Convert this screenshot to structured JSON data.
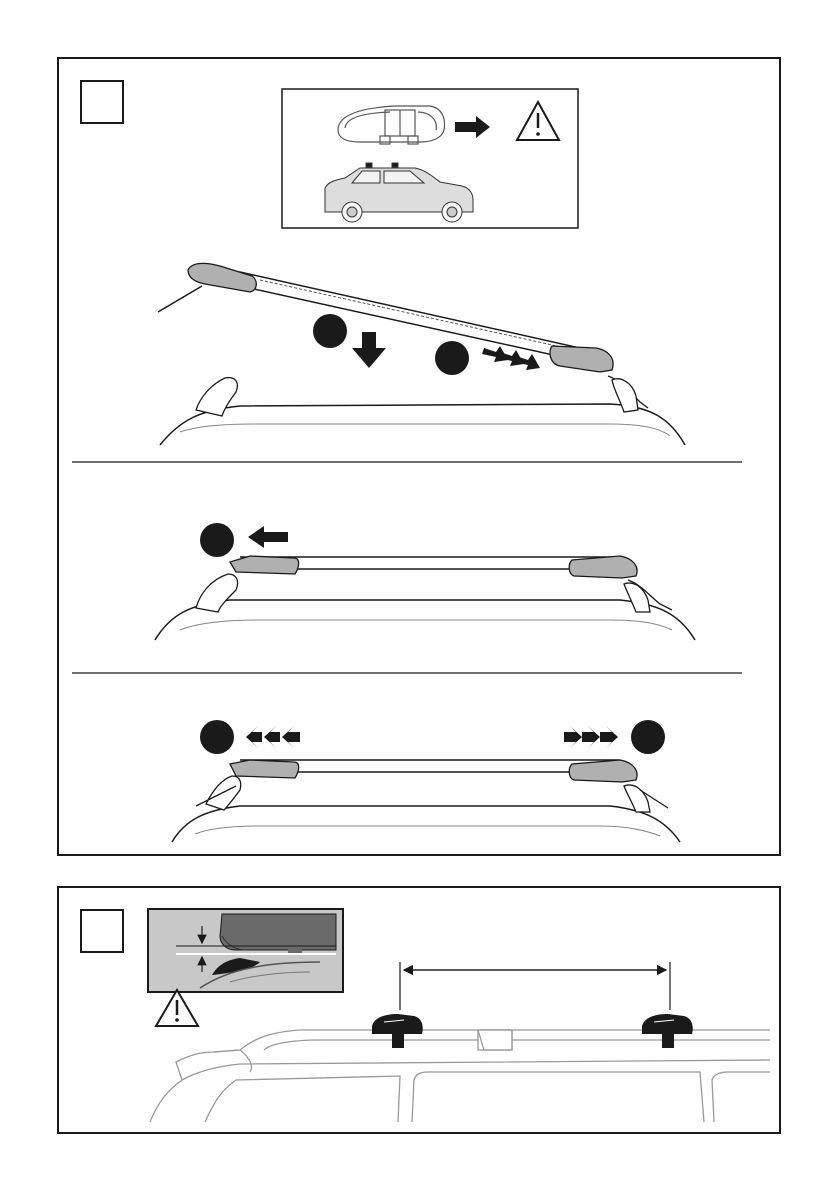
{
  "panels": [
    {
      "step_label": "",
      "warning_icon": "warning-triangle-icon",
      "sections": [
        "mount-and-tighten",
        "slide-inward",
        "slide-outward"
      ]
    },
    {
      "step_label": "",
      "warning_icon": "warning-triangle-icon",
      "section": "bar-spacing"
    }
  ],
  "colors": {
    "line": "#1a1a1a",
    "foot_gray": "#b0b0b0",
    "inset_gray": "#c8c8c8"
  }
}
